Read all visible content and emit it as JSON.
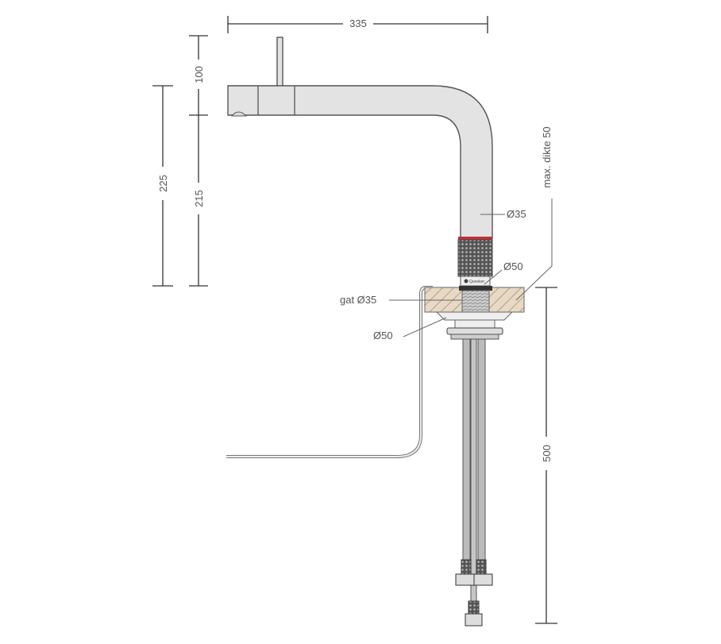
{
  "dimensions": {
    "width": "335",
    "height_total": "225",
    "height_spout": "215",
    "lever_height": "100",
    "under_counter": "500"
  },
  "annotations": {
    "max_thickness": "max. dikte 50",
    "tube_diameter": "Ø35",
    "base_diameter": "Ø50",
    "hole": "gat Ø35",
    "flange_diameter": "Ø50"
  },
  "logo_text": "Quooker",
  "colors": {
    "accent_ring": "#c0303a",
    "body": "#e3e3e3",
    "hatch": "#e8d9c4"
  }
}
